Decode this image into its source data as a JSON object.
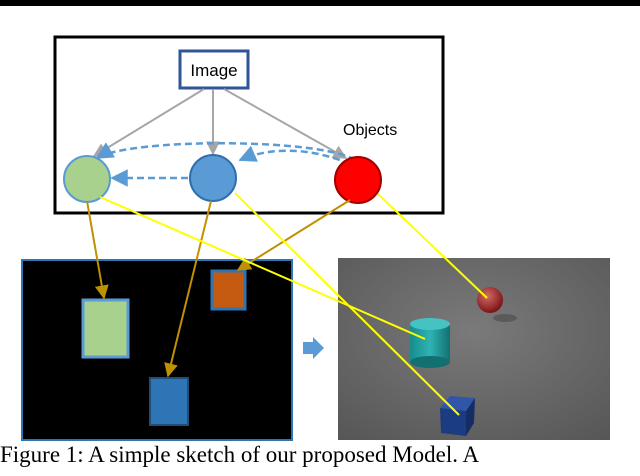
{
  "graph": {
    "image_label": "Image",
    "objects_label": "Objects",
    "node_colors": [
      "#a9d18e",
      "#5b9bd5",
      "#ff0000"
    ]
  },
  "layout_panel": {
    "background": "#000000",
    "boxes": [
      {
        "name": "green-box",
        "color": "#a9d18e"
      },
      {
        "name": "blue-box",
        "color": "#2e75b6"
      },
      {
        "name": "orange-box",
        "color": "#c55a11"
      }
    ]
  },
  "rendered_scene": {
    "objects": [
      "red-sphere",
      "cyan-cylinder",
      "blue-cube"
    ]
  },
  "caption": {
    "text": "Figure 1: A simple sketch of our proposed Model. A"
  },
  "colors": {
    "tree_arrow": "#a6a6a6",
    "sibling_arrow": "#5b9bd5",
    "scene_link": "#ffff00",
    "box_link": "#bf9000"
  }
}
